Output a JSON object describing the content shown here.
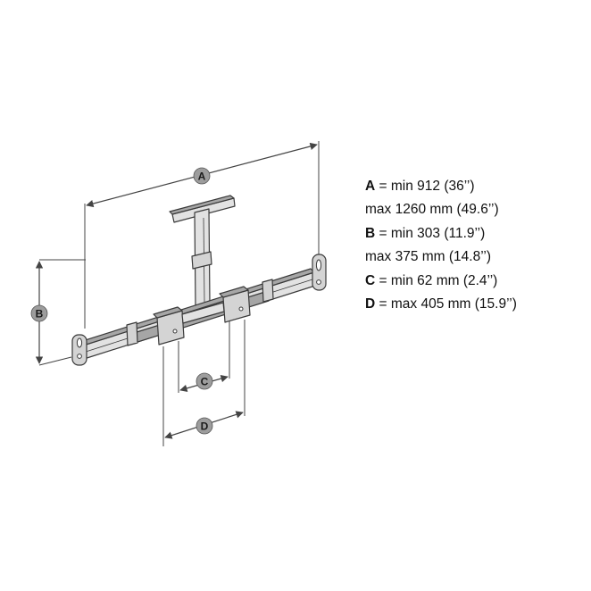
{
  "colors": {
    "outline": "#3a3a3a",
    "bar_fill": "#e2e2e2",
    "bar_shade": "#a6a6a6",
    "bracket_fill": "#d4d4d4",
    "badge_fill": "#9d9d9d",
    "dimension_line": "#444444"
  },
  "badges": {
    "a": "A",
    "b": "B",
    "c": "C",
    "d": "D"
  },
  "specs": [
    {
      "key": "A",
      "text": " = min 912 (36’’)"
    },
    {
      "key": "",
      "text": "max 1260 mm (49.6’’)"
    },
    {
      "key": "B",
      "text": " = min 303 (11.9’’)"
    },
    {
      "key": "",
      "text": "max 375 mm (14.8’’)"
    },
    {
      "key": "C",
      "text": " = min 62 mm (2.4’’)"
    },
    {
      "key": "D",
      "text": " = max 405 mm (15.9’’)"
    }
  ]
}
